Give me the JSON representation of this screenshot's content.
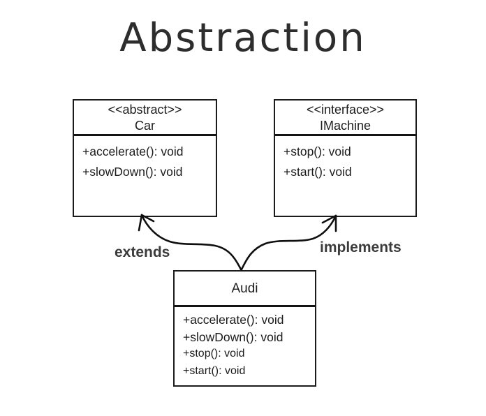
{
  "title": "Abstraction",
  "colors": {
    "background": "#ffffff",
    "box_border": "#1b1b1b",
    "text": "#1c1c1c",
    "relationship_label": "#3b3b3b",
    "arrow": "#0f0f0f"
  },
  "classes": [
    {
      "stereotype": "<<abstract>>",
      "name": "Car",
      "methods": [
        "+accelerate(): void",
        "+slowDown(): void"
      ]
    },
    {
      "stereotype": "<<interface>>",
      "name": "IMachine",
      "methods": [
        "+stop(): void",
        "+start(): void"
      ]
    },
    {
      "name": "Audi",
      "methods": [
        "+accelerate(): void",
        "+slowDown(): void",
        "+stop(): void",
        "+start(): void"
      ]
    }
  ],
  "relationships": [
    {
      "label": "extends",
      "from": "Audi",
      "to": "Car"
    },
    {
      "label": "implements",
      "from": "Audi",
      "to": "IMachine"
    }
  ]
}
